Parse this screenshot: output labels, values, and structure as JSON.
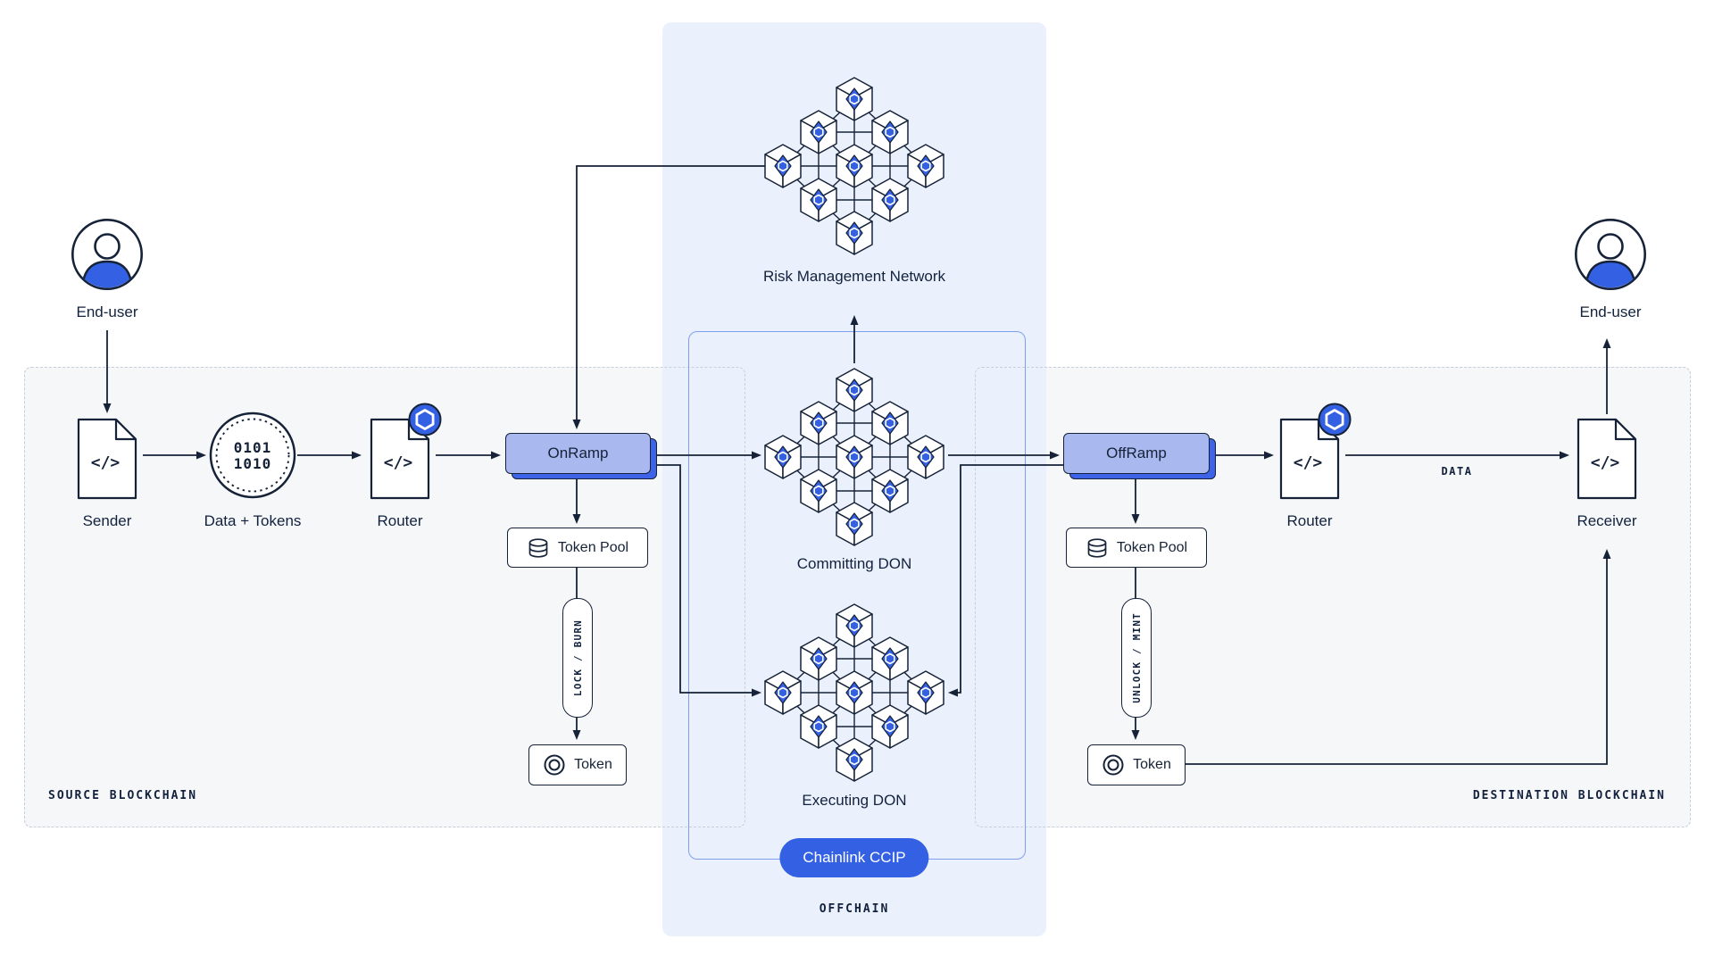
{
  "colors": {
    "accent_blue": "#3461e3",
    "navy_outline": "#152238",
    "offchain_panel": "#ebf1fc",
    "region_fill": "#f6f7f9",
    "ramp_fill": "#a9b9f0",
    "ramp_back": "#3d63e8"
  },
  "glyphs": {
    "code": "</>"
  },
  "endpoints": {
    "left_user": "End-user",
    "right_user": "End-user"
  },
  "source": {
    "region": "SOURCE BLOCKCHAIN",
    "sender": "Sender",
    "data_tokens": "Data + Tokens",
    "binary_line1": "0101",
    "binary_line2": "1010",
    "router": "Router",
    "onramp": "OnRamp",
    "token_pool": "Token Pool",
    "lock_burn": "LOCK / BURN",
    "token": "Token"
  },
  "offchain": {
    "region": "OFFCHAIN",
    "rmn": "Risk Management Network",
    "committing_don": "Committing DON",
    "executing_don": "Executing DON",
    "ccip_badge": "Chainlink CCIP"
  },
  "destination": {
    "region": "DESTINATION BLOCKCHAIN",
    "offramp": "OffRamp",
    "token_pool": "Token Pool",
    "unlock_mint": "UNLOCK / MINT",
    "token": "Token",
    "router": "Router",
    "receiver": "Receiver",
    "data_flow": "DATA"
  }
}
